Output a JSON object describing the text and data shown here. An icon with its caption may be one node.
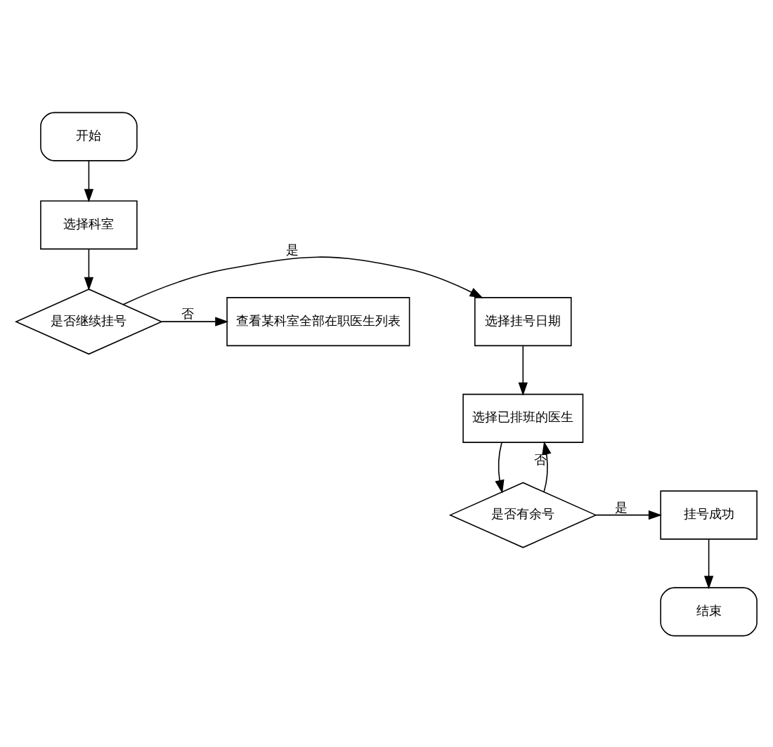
{
  "diagram": {
    "nodes": [
      {
        "text": [
          "开始"
        ]
      },
      {
        "text": [
          "选择科室"
        ]
      },
      {
        "text": [
          "是否继续挂号"
        ]
      },
      {
        "text": [
          "选择挂号日期"
        ]
      },
      {
        "text": [
          "查看某科室全部在职医生列表"
        ]
      },
      {
        "text": [
          "选择已排班的医生"
        ]
      },
      {
        "text": [
          "是否有余号"
        ]
      },
      {
        "text": [
          "挂号成功"
        ]
      },
      {
        "text": [
          "结束"
        ]
      }
    ],
    "edges": [
      {
        "from": 0,
        "to": 1,
        "arrow": "to"
      },
      {
        "from": 1,
        "to": 2,
        "arrow": "to"
      },
      {
        "from": 2,
        "to": 3,
        "arrow": "to",
        "label": "是"
      },
      {
        "from": 2,
        "to": 4,
        "arrow": "to",
        "label": "否"
      },
      {
        "from": 3,
        "to": 5,
        "arrow": "to"
      },
      {
        "from": 5,
        "to": 6,
        "arrow": "to"
      },
      {
        "from": 6,
        "to": 5,
        "arrow": "to",
        "label": "否"
      },
      {
        "from": 6,
        "to": 7,
        "arrow": "to",
        "label": "是"
      },
      {
        "from": 7,
        "to": 8,
        "arrow": "to"
      }
    ]
  }
}
